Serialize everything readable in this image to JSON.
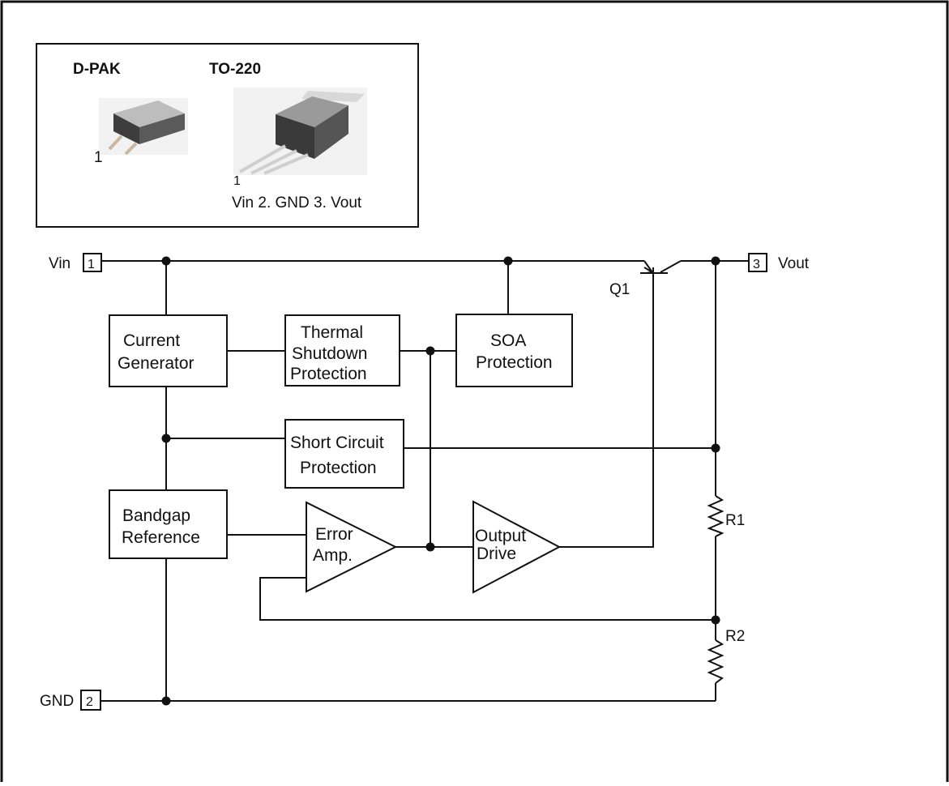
{
  "packages": {
    "dpak": {
      "title": "D-PAK",
      "pin_label": "1"
    },
    "to220": {
      "title": "TO-220",
      "pin_label": "1",
      "pinout": "Vin 2. GND 3. Vout"
    }
  },
  "pins": [
    {
      "id": "vin",
      "name": "Vin",
      "number": "1"
    },
    {
      "id": "gnd",
      "name": "GND",
      "number": "2"
    },
    {
      "id": "vout",
      "name": "Vout",
      "number": "3"
    }
  ],
  "blocks": {
    "current_generator": [
      "Current",
      "Generator"
    ],
    "thermal_shutdown": [
      "Thermal",
      "Shutdown",
      "Protection"
    ],
    "soa_protection": [
      "SOA",
      "Protection"
    ],
    "short_circuit": [
      "Short Circuit",
      "Protection"
    ],
    "bandgap_reference": [
      "Bandgap",
      "Reference"
    ],
    "error_amp": [
      "Error",
      "Amp."
    ],
    "output_drive": [
      "Output",
      "Drive"
    ]
  },
  "components": {
    "transistor": "Q1",
    "r1": "R1",
    "r2": "R2"
  }
}
